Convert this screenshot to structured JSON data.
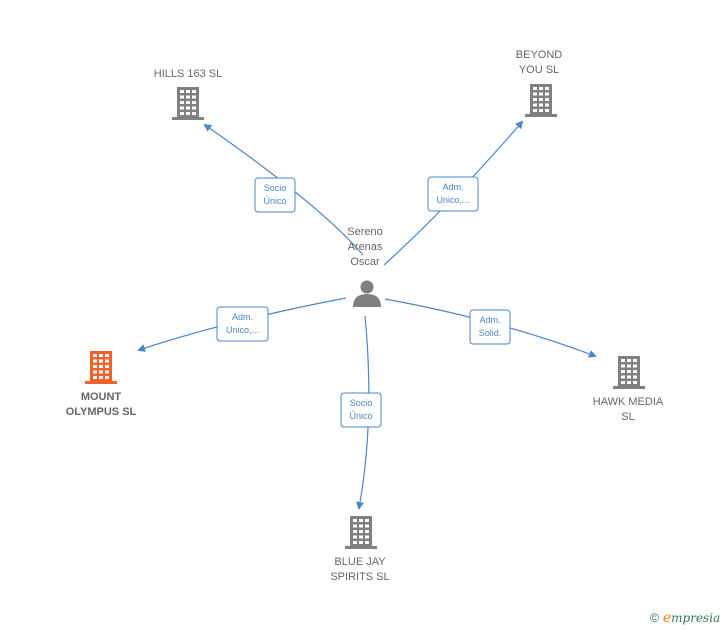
{
  "center": {
    "label_lines": [
      "Sereno",
      "Arenas",
      "Oscar"
    ]
  },
  "nodes": [
    {
      "id": "hills",
      "label_lines": [
        "HILLS 163  SL"
      ],
      "highlight": false
    },
    {
      "id": "beyond",
      "label_lines": [
        "BEYOND",
        "YOU  SL"
      ],
      "highlight": false
    },
    {
      "id": "mount",
      "label_lines": [
        "MOUNT",
        "OLYMPUS  SL"
      ],
      "highlight": true
    },
    {
      "id": "hawk",
      "label_lines": [
        "HAWK MEDIA",
        "SL"
      ],
      "highlight": false
    },
    {
      "id": "bluejay",
      "label_lines": [
        "BLUE JAY",
        "SPIRITS  SL"
      ],
      "highlight": false
    }
  ],
  "edges": [
    {
      "to": "hills",
      "label_lines": [
        "Socio",
        "Único"
      ]
    },
    {
      "to": "beyond",
      "label_lines": [
        "Adm.",
        "Unico,..."
      ]
    },
    {
      "to": "mount",
      "label_lines": [
        "Adm.",
        "Unico,..."
      ]
    },
    {
      "to": "hawk",
      "label_lines": [
        "Adm.",
        "Solid."
      ]
    },
    {
      "to": "bluejay",
      "label_lines": [
        "Socio",
        "Único"
      ]
    }
  ],
  "colors": {
    "edge": "#4a86c8",
    "building": "#808080",
    "building_highlight": "#f0612d",
    "person": "#808080"
  },
  "footer": {
    "copyright": "©",
    "brand_initial": "e",
    "brand_rest": "mpresia"
  }
}
